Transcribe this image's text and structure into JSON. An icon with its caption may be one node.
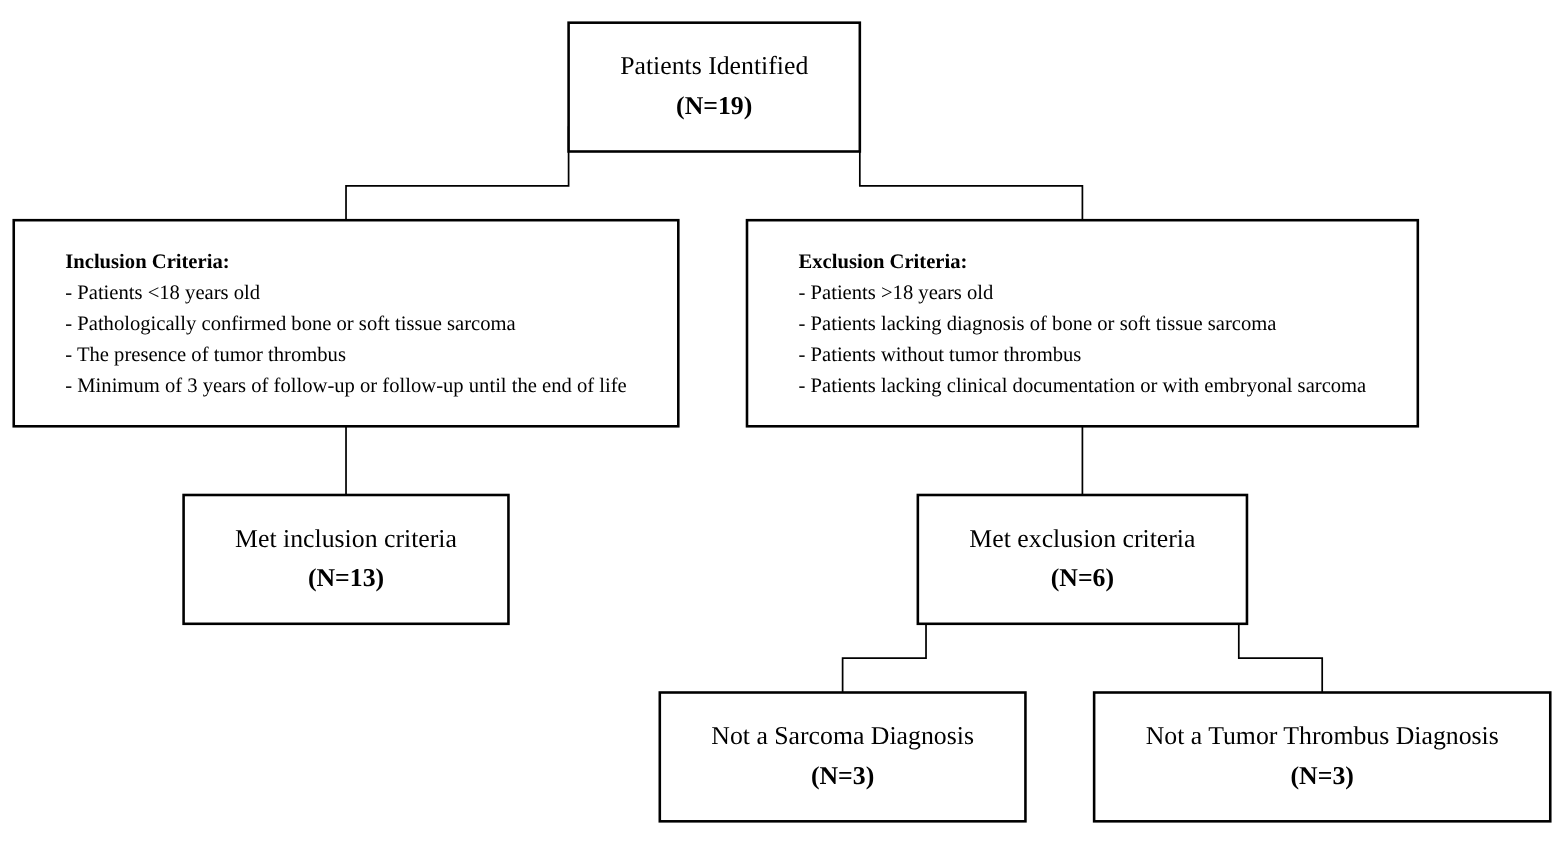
{
  "diagram": {
    "nodes": [
      {
        "text": [
          "Patients Identified",
          "(N=19)"
        ]
      },
      {
        "text": [
          "Inclusion Criteria:",
          "- Patients <18 years old",
          "- Pathologically confirmed bone or soft tissue sarcoma",
          "- The presence of tumor thrombus",
          "- Minimum of 3 years of follow-up or follow-up until the end of life"
        ]
      },
      {
        "text": [
          "Exclusion Criteria:",
          "- Patients >18 years old",
          "- Patients lacking diagnosis of bone or soft tissue sarcoma",
          "- Patients without tumor thrombus",
          "- Patients lacking clinical documentation or with embryonal sarcoma"
        ]
      },
      {
        "text": [
          "Met inclusion criteria",
          "(N=13)"
        ]
      },
      {
        "text": [
          "Met exclusion criteria",
          "(N=6)"
        ]
      },
      {
        "text": [
          "Not a Sarcoma Diagnosis",
          "(N=3)"
        ]
      },
      {
        "text": [
          "Not a Tumor Thrombus Diagnosis",
          "(N=3)"
        ]
      }
    ],
    "edges": [
      {
        "from": 0,
        "to": 1,
        "arrow": "none"
      },
      {
        "from": 0,
        "to": 2,
        "arrow": "none"
      },
      {
        "from": 1,
        "to": 3,
        "arrow": "none"
      },
      {
        "from": 2,
        "to": 4,
        "arrow": "none"
      },
      {
        "from": 4,
        "to": 5,
        "arrow": "none"
      },
      {
        "from": 4,
        "to": 6,
        "arrow": "none"
      }
    ]
  }
}
